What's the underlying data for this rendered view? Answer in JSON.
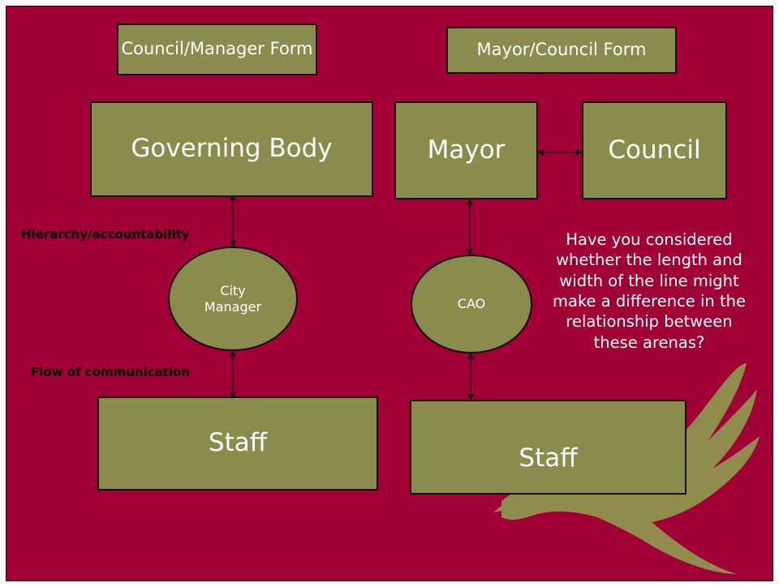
{
  "diagram": {
    "forms": {
      "left": "Council/Manager Form",
      "right": "Mayor/Council Form"
    },
    "nodes": {
      "governing_body": "Governing Body",
      "city_manager": "City Manager",
      "staff_left": "Staff",
      "mayor": "Mayor",
      "council": "Council",
      "cao": "CAO",
      "staff_right": "Staff"
    },
    "labels": {
      "hierarchy": "Hierarchy/accountability",
      "communication": "Flow of communication"
    },
    "question": "Have you considered whether the length and width of the line might make a difference in the relationship between these arenas?"
  },
  "colors": {
    "background": "#a00035",
    "box_fill": "#8b8b4e",
    "eagle": "#8f8c4d",
    "text_light": "#ffffff"
  }
}
